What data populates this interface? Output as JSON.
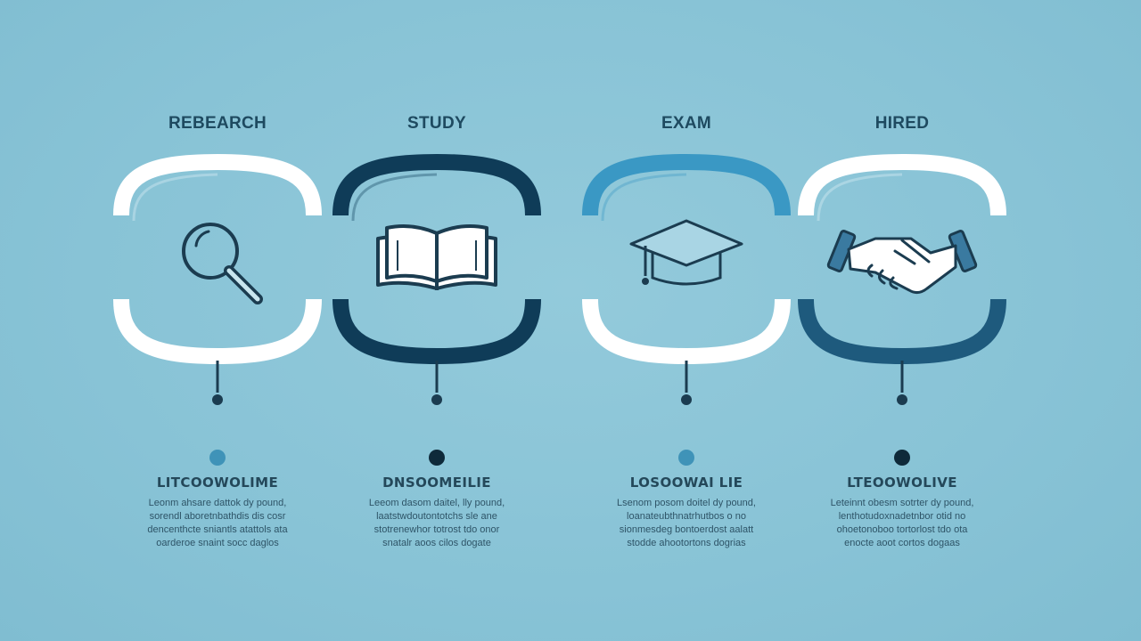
{
  "steps": [
    {
      "title": "REBEARCH",
      "icon": "magnifier-icon",
      "color": "#ffffff",
      "ring_style": "white",
      "stem_color": "#1b3c50",
      "dot_color": "#3f93b8",
      "subhead": "LITCOOWOLIME",
      "desc": [
        "Leonm ahsare dattok dy pound,",
        "sorendl aboretnbathdis dis cosr",
        "dencenthcte sniantls atattols ata",
        "oarderoe snaint socc daglos"
      ]
    },
    {
      "title": "STUDY",
      "icon": "open-book-icon",
      "color": "#0f3c58",
      "ring_style": "dark",
      "stem_color": "#1b3c50",
      "dot_color": "#0e2a3a",
      "subhead": "DNSOOMEILIE",
      "desc": [
        "Leeom dasom daitel, lly pound,",
        "laatstwdoutontotchs sle ane",
        "stotrenewhor totrost tdo onor",
        "snatalr aoos cilos dogate"
      ]
    },
    {
      "title": "EXAM",
      "icon": "graduation-cap-icon",
      "color": "#3a98c4",
      "ring_style": "blue-white",
      "stem_color": "#1b3c50",
      "dot_color": "#3f93b8",
      "subhead": "LOSOOWAI LIE",
      "desc": [
        "Lsenom posom doitel dy pound,",
        "loanateubthnatrhutbos o no",
        "sionmesdeg bontoerdost aalatt",
        "stodde ahootortons dogrias"
      ]
    },
    {
      "title": "HIRED",
      "icon": "handshake-icon",
      "color": "#1e5a7d",
      "ring_style": "white-dark",
      "stem_color": "#1b3c50",
      "dot_color": "#0e2a3a",
      "subhead": "LTEOOWOLIVE",
      "desc": [
        "Leteinnt obesm sotrter dy pound,",
        "lenthotudoxnadetnbor otid no",
        "ohoetonoboo tortorlost tdo ota",
        "enocte aoot cortos dogaas"
      ]
    }
  ]
}
